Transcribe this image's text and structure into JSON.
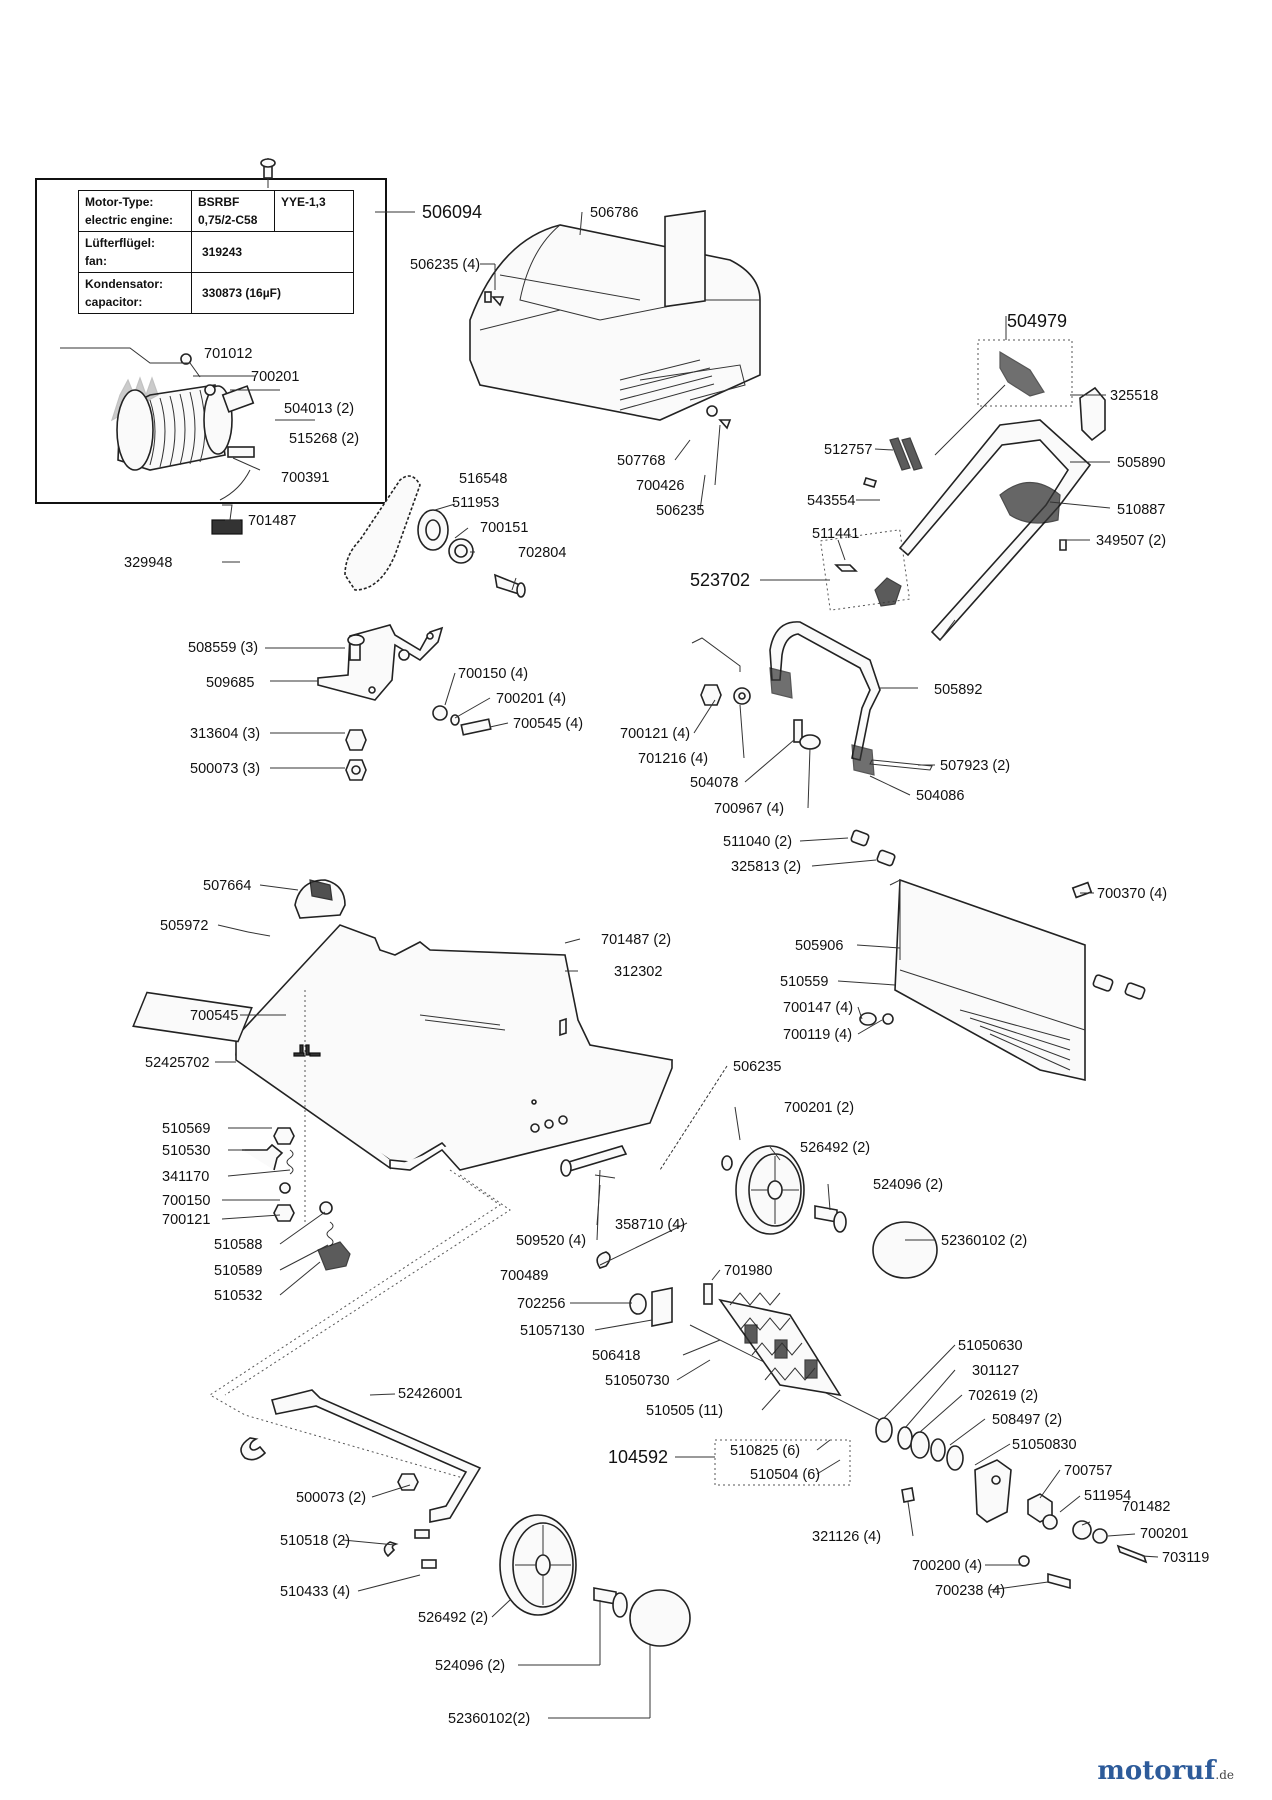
{
  "spec_table": {
    "motor_type_label_de": "Motor-Type:",
    "motor_type_label_en": "electric engine:",
    "motor_type_value_1": "BSRBF",
    "motor_type_value_2": "0,75/2-C58",
    "motor_type_value_3": "YYE-1,3",
    "fan_label_de": "Lüfterflügel:",
    "fan_label_en": "fan:",
    "fan_value": "319243",
    "capacitor_label_de": "Kondensator:",
    "capacitor_label_en": "capacitor:",
    "capacitor_value": "330873 (16µF)"
  },
  "labels": [
    "506094",
    "701012",
    "700201",
    "504013 (2)",
    "515268 (2)",
    "700391",
    "701487",
    "329948",
    "506786",
    "506235 (4)",
    "507768",
    "700426",
    "506235",
    "504979",
    "325518",
    "512757",
    "505890",
    "543554",
    "510887",
    "511441",
    "349507 (2)",
    "523702",
    "516548",
    "511953",
    "700151",
    "702804",
    "508559 (3)",
    "509685",
    "700150 (4)",
    "700201 (4)",
    "700545 (4)",
    "313604 (3)",
    "500073 (3)",
    "505892",
    "700121 (4)",
    "701216 (4)",
    "504078",
    "507923 (2)",
    "504086",
    "700967 (4)",
    "511040 (2)",
    "325813 (2)",
    "700370 (4)",
    "507664",
    "505972",
    "701487 (2)",
    "312302",
    "505906",
    "510559",
    "700147 (4)",
    "700119 (4)",
    "700545",
    "52425702",
    "506235",
    "700201 (2)",
    "526492 (2)",
    "524096 (2)",
    "52360102 (2)",
    "510569",
    "510530",
    "341170",
    "700150",
    "700121",
    "510588",
    "510589",
    "510532",
    "509520 (4)",
    "358710 (4)",
    "700489",
    "701980",
    "702256",
    "51057130",
    "506418",
    "51050730",
    "510505 (11)",
    "51050630",
    "301127",
    "702619 (2)",
    "508497 (2)",
    "51050830",
    "104592",
    "510825 (6)",
    "510504 (6)",
    "700757",
    "511954",
    "701482",
    "700201",
    "321126 (4)",
    "700200 (4)",
    "703119",
    "700238 (4)",
    "52426001",
    "500073 (2)",
    "510518 (2)",
    "510433 (4)",
    "526492 (2)",
    "524096  (2)",
    "52360102(2)"
  ],
  "brand": {
    "name": "motoruf",
    "suffix": ".de"
  }
}
